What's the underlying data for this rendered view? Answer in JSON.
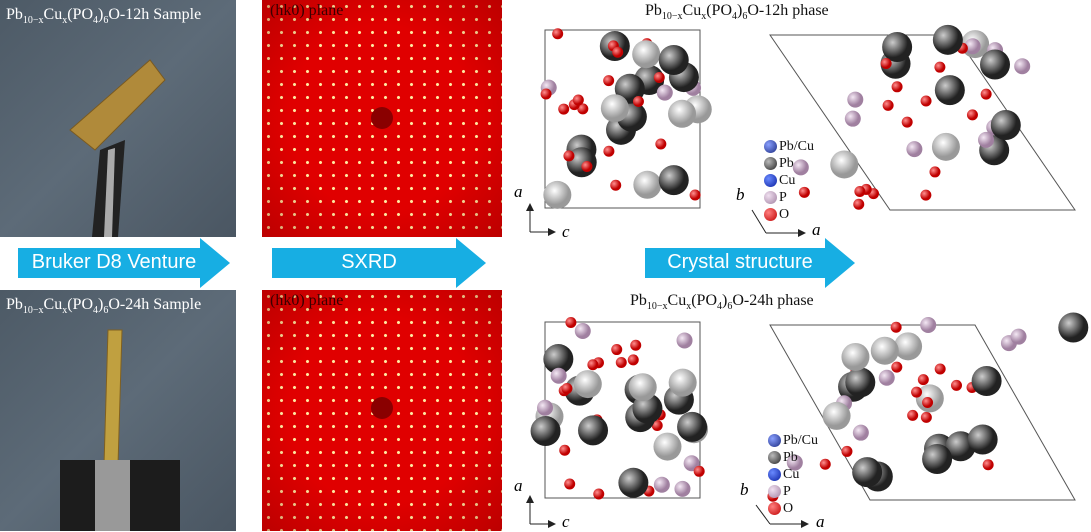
{
  "formula": {
    "parts": [
      "Pb",
      "10−x",
      "Cu",
      "x",
      "(PO",
      "4",
      ")",
      "6",
      "O"
    ]
  },
  "top": {
    "sample_suffix": "-12h Sample",
    "plane": "(hk0) plane",
    "phase_suffix": "-12h phase"
  },
  "bottom": {
    "sample_suffix": "-24h Sample",
    "plane": "(hk0) plane",
    "phase_suffix": "-24h phase"
  },
  "arrows": [
    "Bruker D8 Venture",
    "SXRD",
    "Crystal structure"
  ],
  "legend": [
    {
      "label": "Pb/Cu",
      "color": "#2a4cc0"
    },
    {
      "label": "Pb",
      "color": "#555555"
    },
    {
      "label": "Cu",
      "color": "#1a40d0"
    },
    {
      "label": "P",
      "color": "#c8a8c8"
    },
    {
      "label": "O",
      "color": "#e01010"
    }
  ],
  "axes": {
    "a": "a",
    "b": "b",
    "c": "c"
  },
  "colors": {
    "arrow": "#17aee3",
    "diffraction": "#e00000"
  }
}
